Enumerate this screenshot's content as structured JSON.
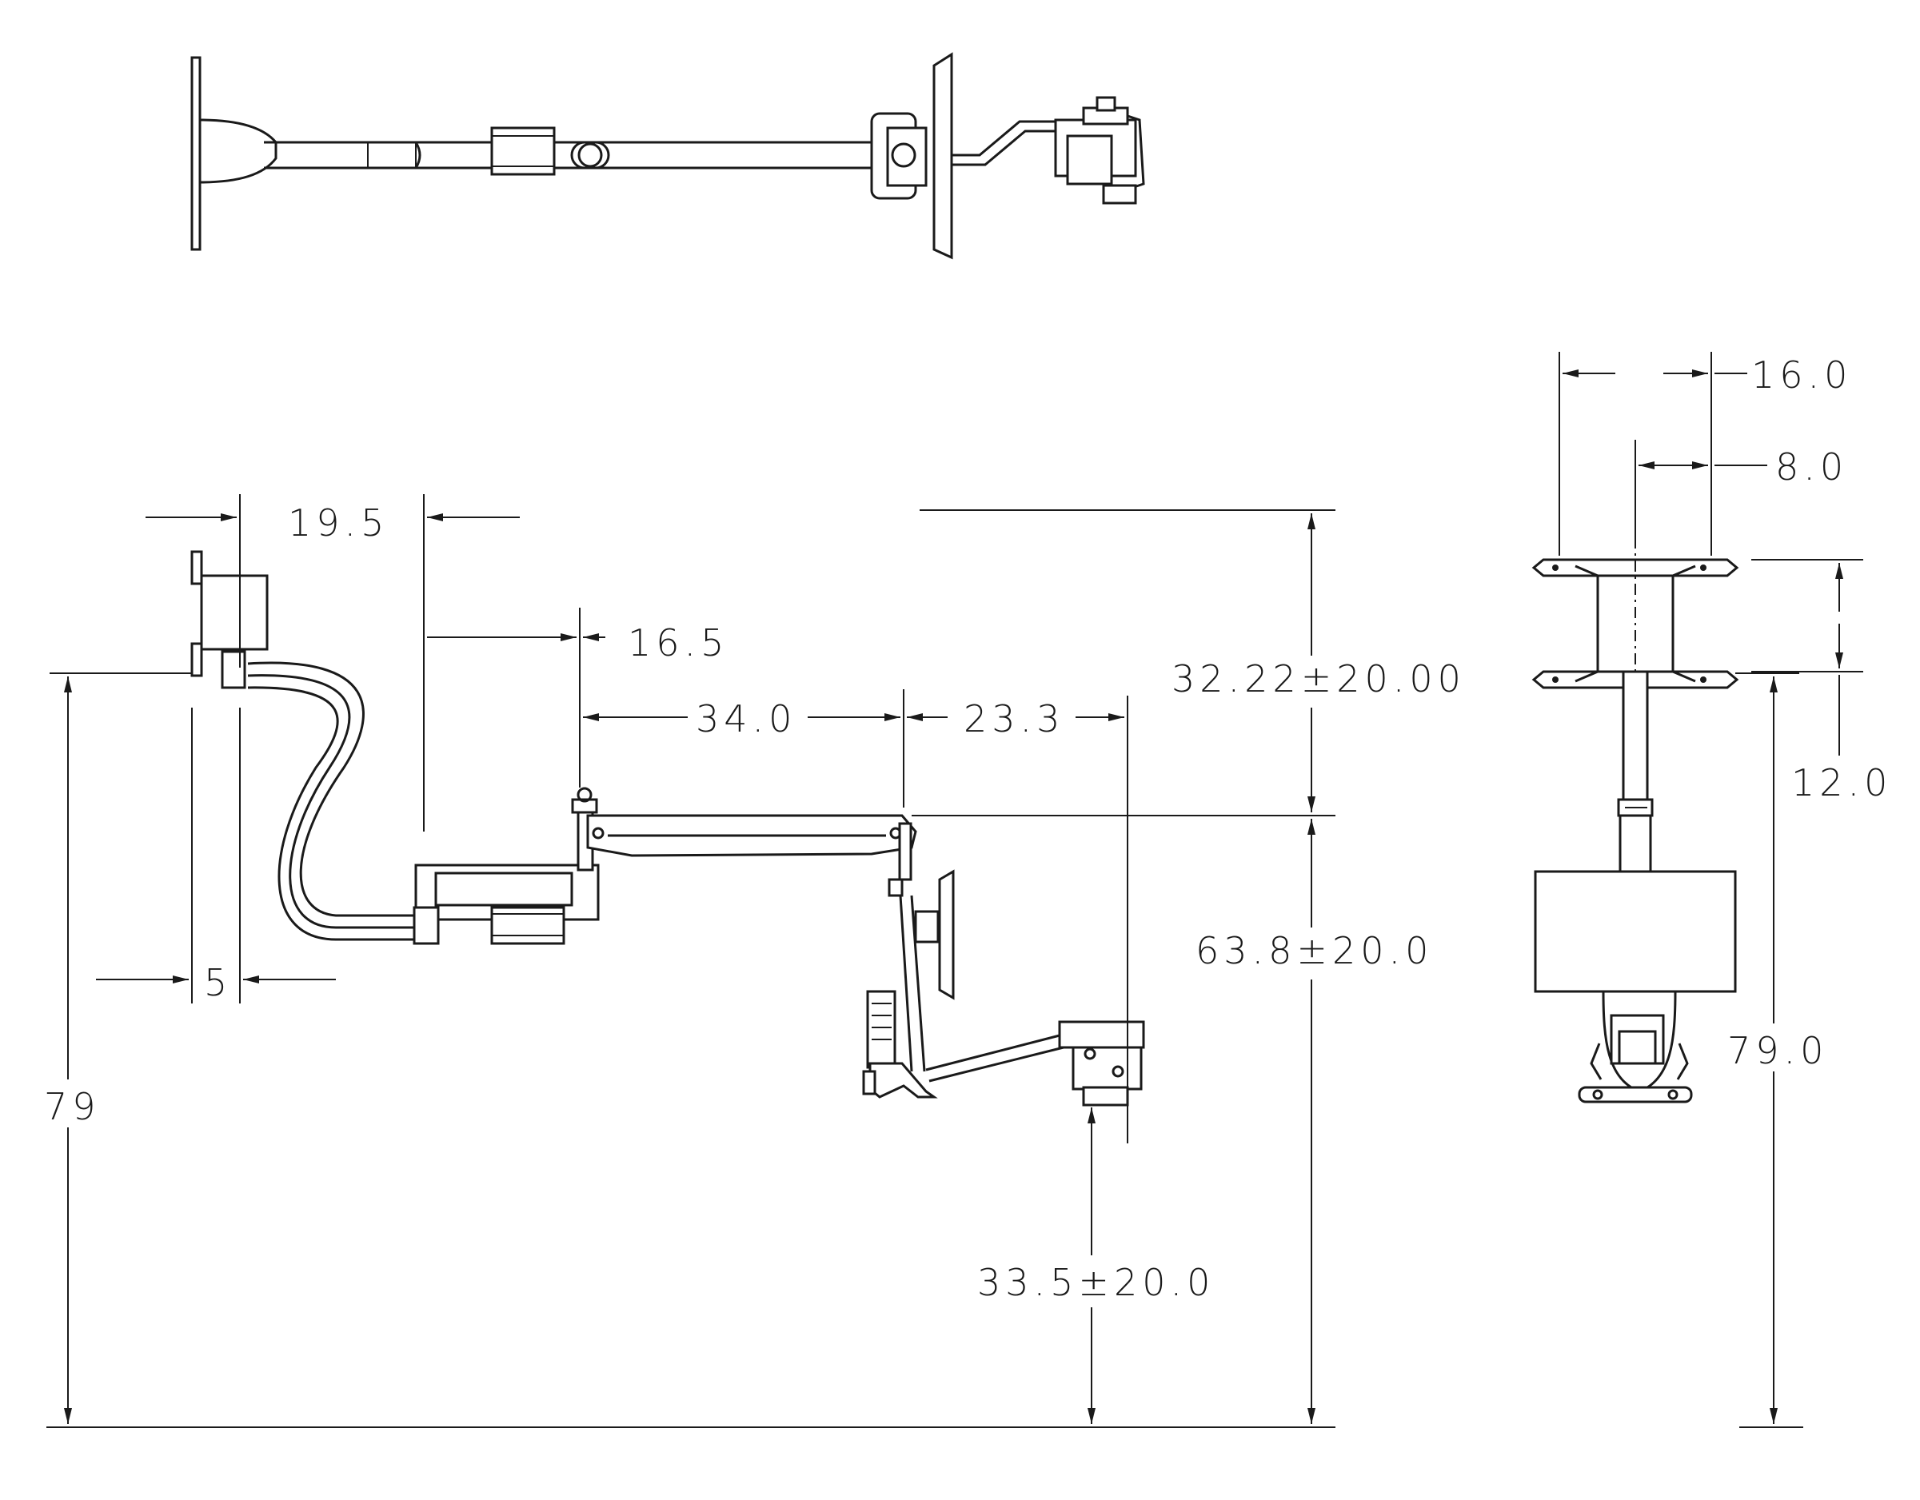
{
  "dimensions": {
    "d19_5": "19.5",
    "d16_5": "16.5",
    "d34_0": "34.0",
    "d23_3": "23.3",
    "d5": "5",
    "d79_left": "79",
    "d32_22": "32.22±20.00",
    "d63_8": "63.8±20.0",
    "d33_5": "33.5±20.0",
    "d16_0": "16.0",
    "d8_0": "8.0",
    "d12_0": "12.0",
    "d79_right": "79.0"
  }
}
